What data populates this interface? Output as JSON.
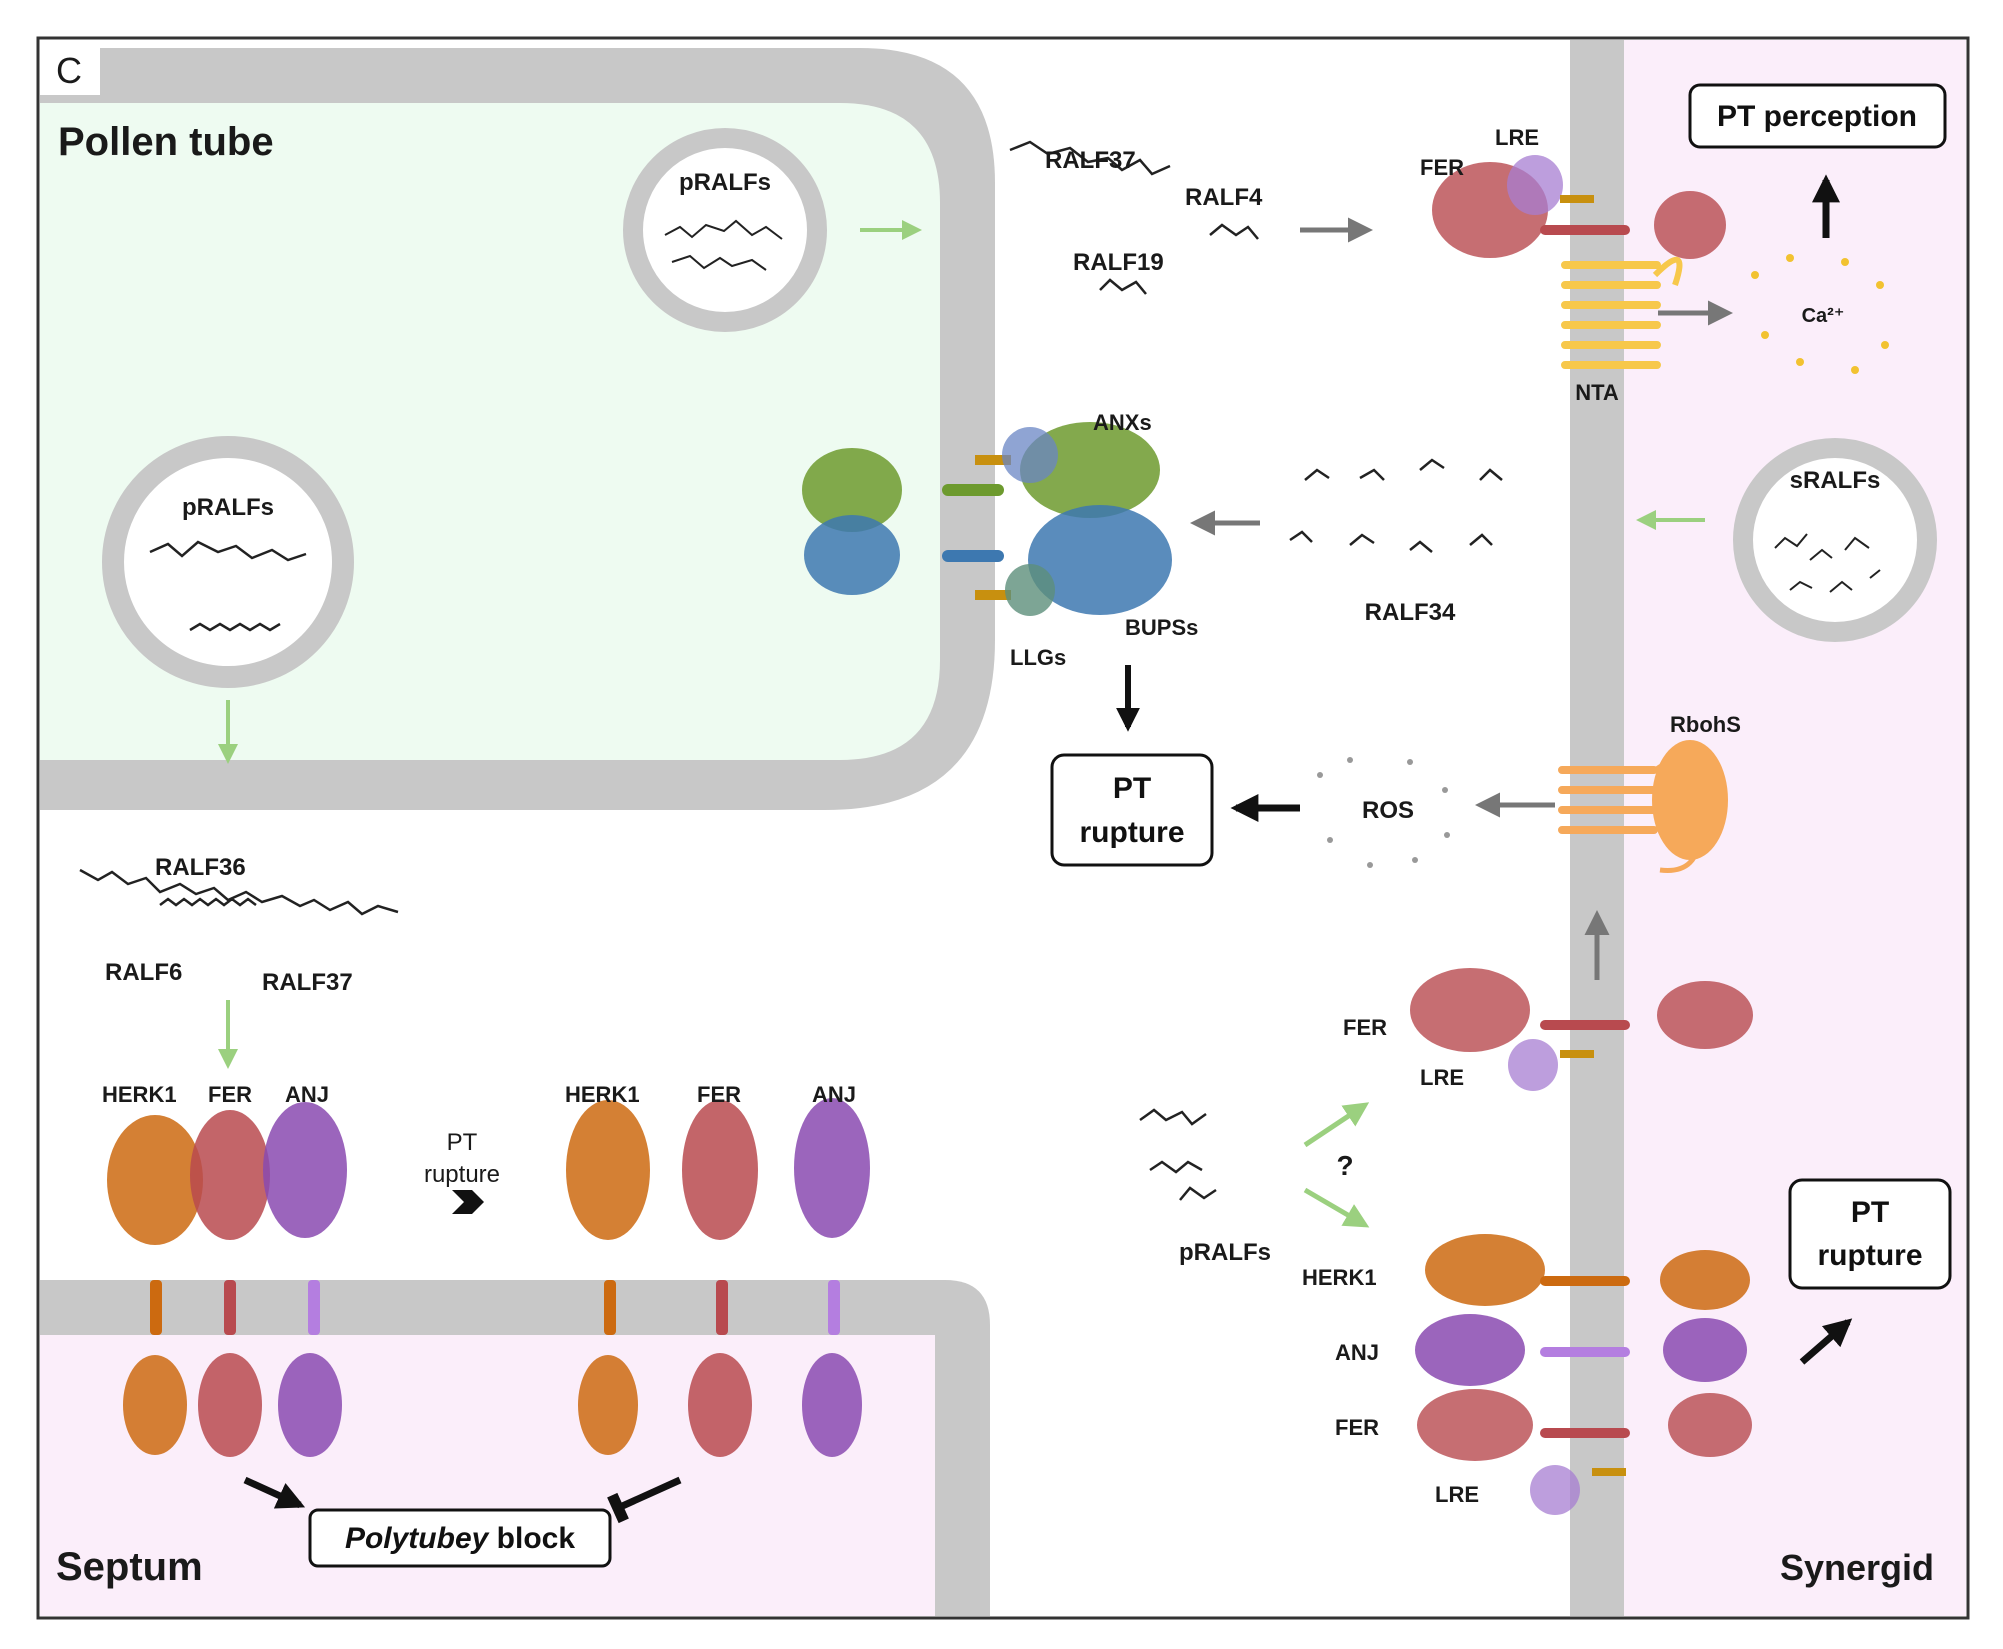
{
  "panel_letter": "C",
  "regions": {
    "pollen_tube": "Pollen tube",
    "septum": "Septum",
    "synergid": "Synergid"
  },
  "vesicles": {
    "pralfs_top": "pRALFs",
    "pralfs_left": "pRALFs",
    "sralfs": "sRALFs"
  },
  "ligands": {
    "ralf37_top": "RALF37",
    "ralf4": "RALF4",
    "ralf19": "RALF19",
    "ralf34": "RALF34",
    "ralf36": "RALF36",
    "ralf6": "RALF6",
    "ralf37_bottom": "RALF37",
    "pralfs_free": "pRALFs"
  },
  "receptors": {
    "fer_top": "FER",
    "lre_top": "LRE",
    "nta": "NTA",
    "anxs": "ANXs",
    "bupss": "BUPSs",
    "llgs": "LLGs",
    "rbohs": "RbohS",
    "fer_mid": "FER",
    "lre_mid": "LRE",
    "herk1_right": "HERK1",
    "anj_right": "ANJ",
    "fer_right": "FER",
    "lre_right": "LRE",
    "herk1_a": "HERK1",
    "fer_a": "FER",
    "anj_a": "ANJ",
    "herk1_b": "HERK1",
    "fer_b": "FER",
    "anj_b": "ANJ"
  },
  "molecules": {
    "calcium": "Ca²⁺",
    "ros": "ROS",
    "question": "?"
  },
  "outcomes": {
    "pt_perception": "PT perception",
    "pt_rupture_center_line1": "PT",
    "pt_rupture_center_line2": "rupture",
    "pt_rupture_right_line1": "PT",
    "pt_rupture_right_line2": "rupture",
    "pt_rupture_septum_line1": "PT",
    "pt_rupture_septum_line2": "rupture",
    "polytubey_italic": "Polytubey",
    "polytubey_rest": " block"
  },
  "colors": {
    "membrane_gray": "#c8c8c8",
    "pollen_tube_fill": "#eefbf1",
    "synergid_fill": "#fbeefa",
    "fer": "#b84a4f",
    "herk1": "#cc6a10",
    "anj": "#8a4ab0",
    "lre": "#a77dd1",
    "anx": "#6d9a2e",
    "bups": "#3d78b0",
    "llg": "#5c8f7a",
    "nta": "#f7c84b",
    "rboh": "#f6a95a",
    "calcium": "#f2c230",
    "green_arrow": "#9bd07f",
    "gray_arrow": "#777777",
    "anchor_gold": "#c8900f"
  }
}
